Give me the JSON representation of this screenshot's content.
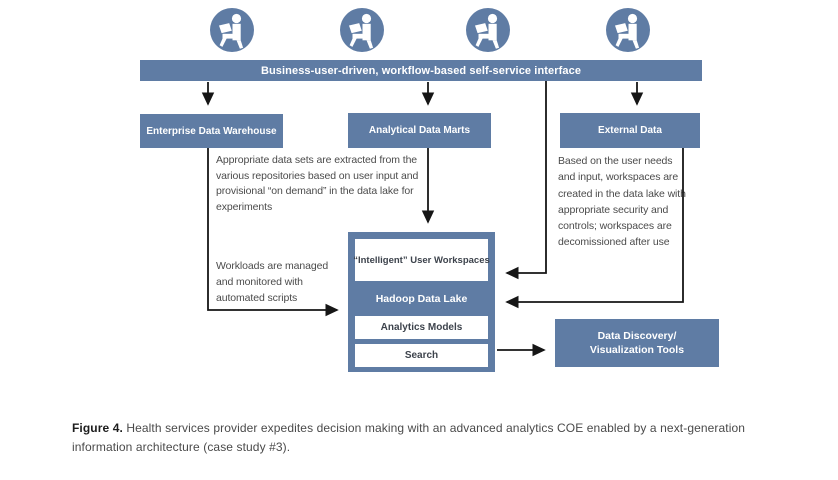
{
  "interface_bar": {
    "label": "Business-user-driven, workflow-based self-service interface"
  },
  "boxes": {
    "edw": "Enterprise Data Warehouse",
    "adm": "Analytical Data Marts",
    "external": "External Data",
    "workspaces": "“Intelligent” User Workspaces",
    "hadoop": "Hadoop Data Lake",
    "analytics_models": "Analytics Models",
    "search": "Search",
    "discovery_line1": "Data Discovery/",
    "discovery_line2": "Visualization Tools"
  },
  "annotations": {
    "extract": "Appropriate data sets are extracted from the various repositories based on user input and provisional “on demand” in the data lake for experiments",
    "workloads": "Workloads are managed and monitored with automated scripts",
    "workspaces_note": "Based on the user needs and input, workspaces are created in the data lake with appropriate security and controls; workspaces are decomissioned after use"
  },
  "caption": {
    "label": "Figure 4.",
    "text": " Health services provider expedites decision making with an advanced analytics COE enabled by a next-generation information architecture (case study #3)."
  },
  "icons": {
    "user_icon": "person-seated-with-laptop",
    "count": 4
  },
  "colors": {
    "box_blue": "#5f7ca4",
    "arrow_black": "#161616",
    "note_gray": "#4b4b4b"
  }
}
